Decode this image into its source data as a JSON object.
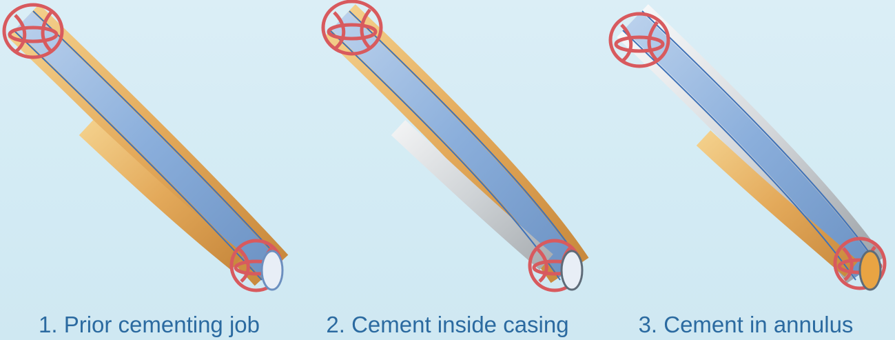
{
  "panels": [
    {
      "caption": "1. Prior cementing job",
      "outer_fill": "orange",
      "inner_fill": "blue",
      "slab_fill": "orange"
    },
    {
      "caption": "2. Cement inside casing",
      "outer_fill": "orange",
      "inner_fill": "blue",
      "slab_fill": "grey"
    },
    {
      "caption": "3. Cement in annulus",
      "outer_fill": "grey",
      "inner_fill": "blue",
      "slab_fill": "orange"
    }
  ],
  "colors": {
    "background": "#d6ecf5",
    "caption_text": "#2b6aa0",
    "cement_orange": "#e9b25c",
    "cement_grey": "#d3d6d8",
    "casing_blue": "#8fb3dc",
    "centralizer_red": "#d85a5e"
  }
}
